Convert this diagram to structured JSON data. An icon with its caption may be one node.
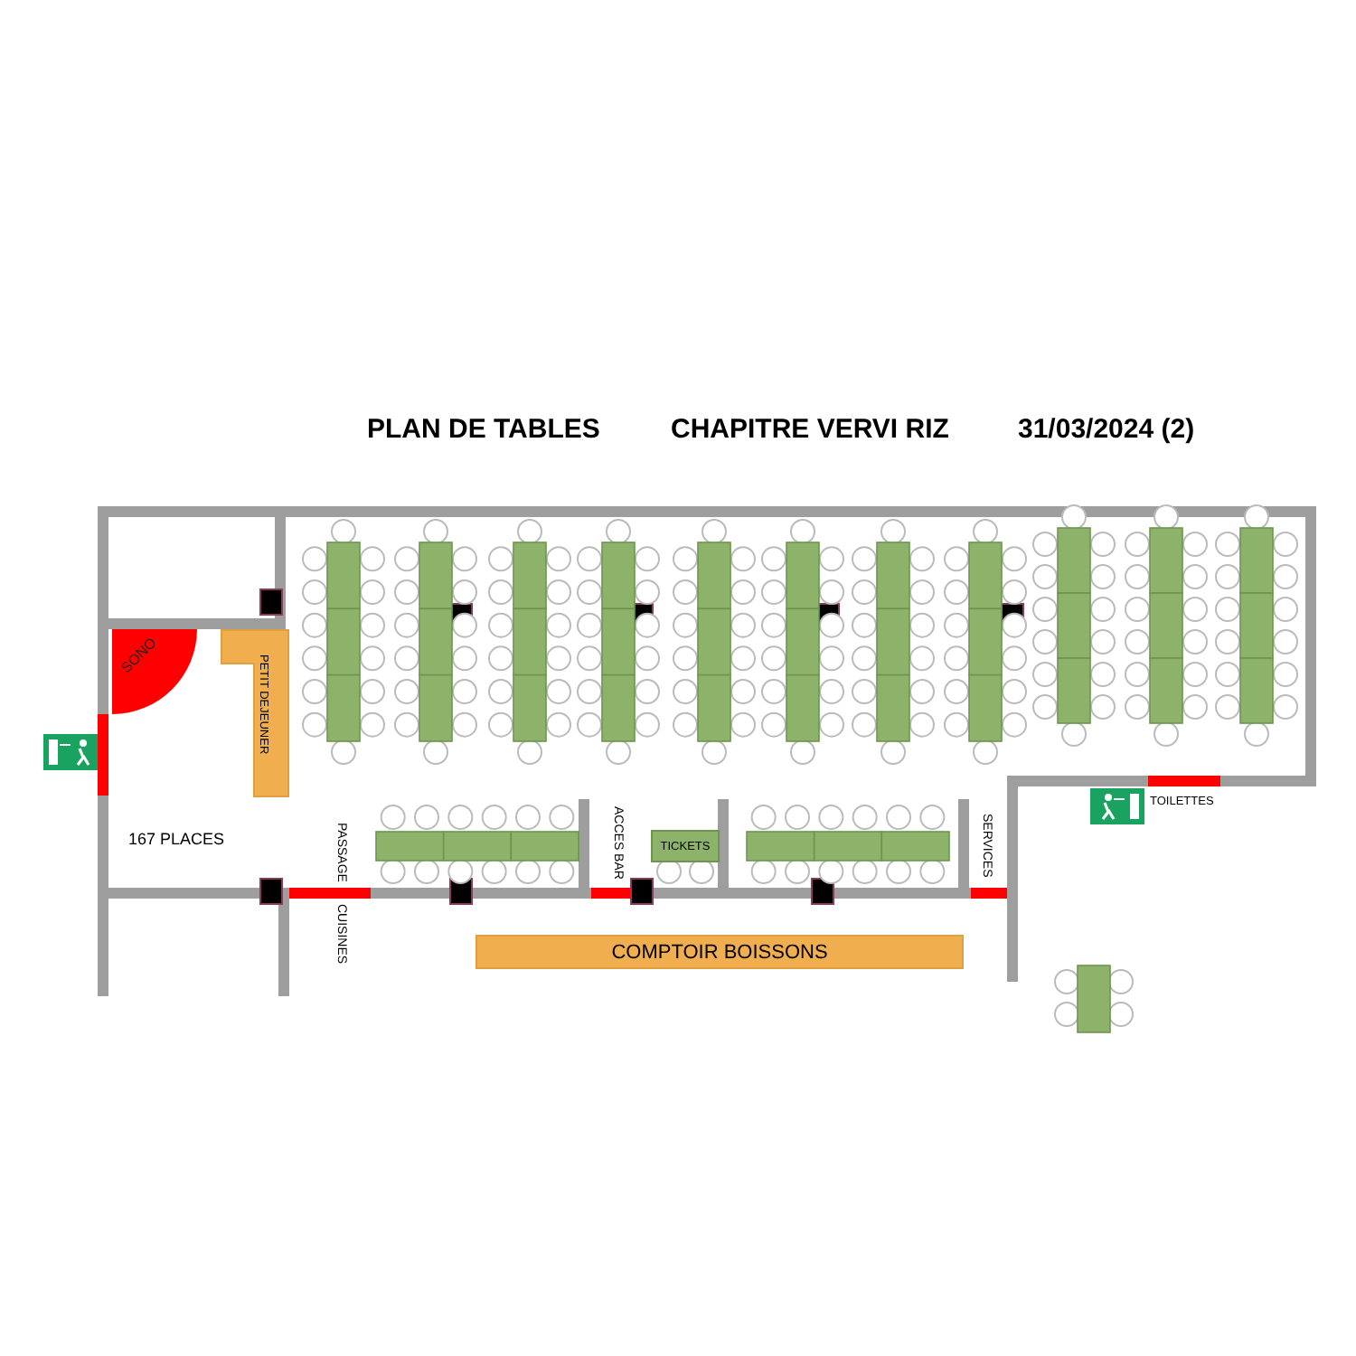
{
  "diagram": {
    "title": "PLAN DE TABLES",
    "nodes": [
      {
        "text": [
          "SONO"
        ]
      },
      {
        "text": [
          "PETIT DEJEUNER"
        ]
      },
      {
        "text": [
          "TICKETS"
        ]
      },
      {
        "text": [
          "COMPTOIR BOISSONS"
        ]
      }
    ],
    "edges": [],
    "labels": [
      "CHAPITRE VERVI RIZ",
      "31/03/2024 (2)",
      "167 PLACES",
      "PASSAGE",
      "CUISINES",
      "ACCES BAR",
      "SERVICES",
      "TOILETTES"
    ]
  }
}
